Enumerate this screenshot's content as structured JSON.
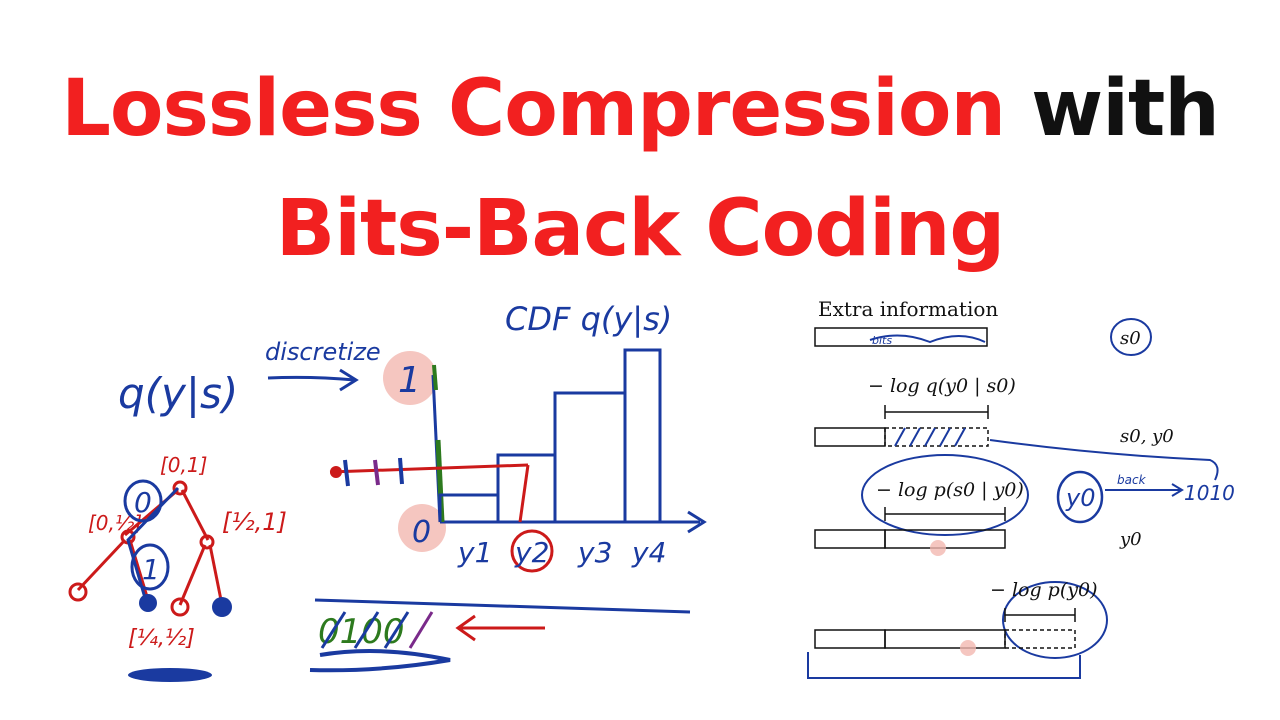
{
  "title": {
    "part1": "Lossless Compression",
    "part2": "with",
    "line2": "Bits-Back Coding",
    "color_red": "#f22020",
    "color_black": "#111111"
  },
  "sketch": {
    "q_label": "q(y|s)",
    "discretize": "discretize",
    "cdf_label": "CDF q(y|s)",
    "tick_one": "1",
    "tick_zero": "0",
    "y_labels": [
      "y1",
      "y2",
      "y3",
      "y4"
    ],
    "tree_root": "[0,1]",
    "tree_left": "[0,½]",
    "tree_right": "[½,1]",
    "tree_leaf": "[¼,½]",
    "node_zero": "0",
    "node_one": "1",
    "bits": "0100",
    "ink_blue": "#1a3aa0",
    "ink_red": "#cc1a1a",
    "ink_green": "#2d7a1e"
  },
  "diagram": {
    "header": "Extra information",
    "bits_scribble": "bits",
    "s0": "s0",
    "neg_log_q": "− log q(y0 | s0)",
    "s0_y0": "s0, y0",
    "neg_log_p_s": "− log p(s0 | y0)",
    "y0_circle": "y0",
    "back": "back",
    "bits_out": "1010",
    "y0": "y0",
    "neg_log_p_y": "− log p(y0)"
  }
}
